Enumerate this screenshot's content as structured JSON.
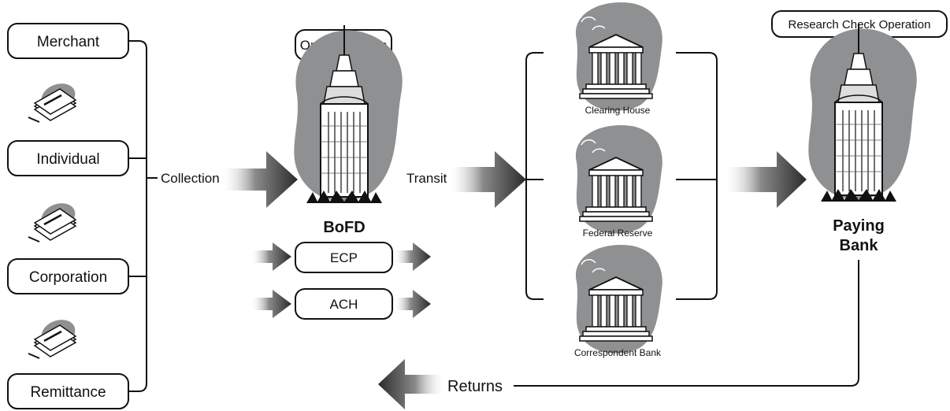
{
  "sources": {
    "merchant": "Merchant",
    "individual": "Individual",
    "corporation": "Corporation",
    "remittance": "Remittance"
  },
  "flow": {
    "collection": "Collection",
    "transit": "Transit",
    "returns": "Returns"
  },
  "bofd": {
    "on_us": "On-Us Checks",
    "name": "BoFD",
    "ecp": "ECP",
    "ach": "ACH"
  },
  "intermediaries": {
    "clearing_house": "Clearing House",
    "federal_reserve": "Federal Reserve",
    "correspondent_bank": "Correspondent Bank"
  },
  "paying_bank": {
    "line1": "Paying",
    "line2": "Bank",
    "research": "Research Check Operation"
  },
  "colors": {
    "blob": "#8f9091",
    "arrow_dark": "#2d2d2d",
    "line": "#111111"
  }
}
